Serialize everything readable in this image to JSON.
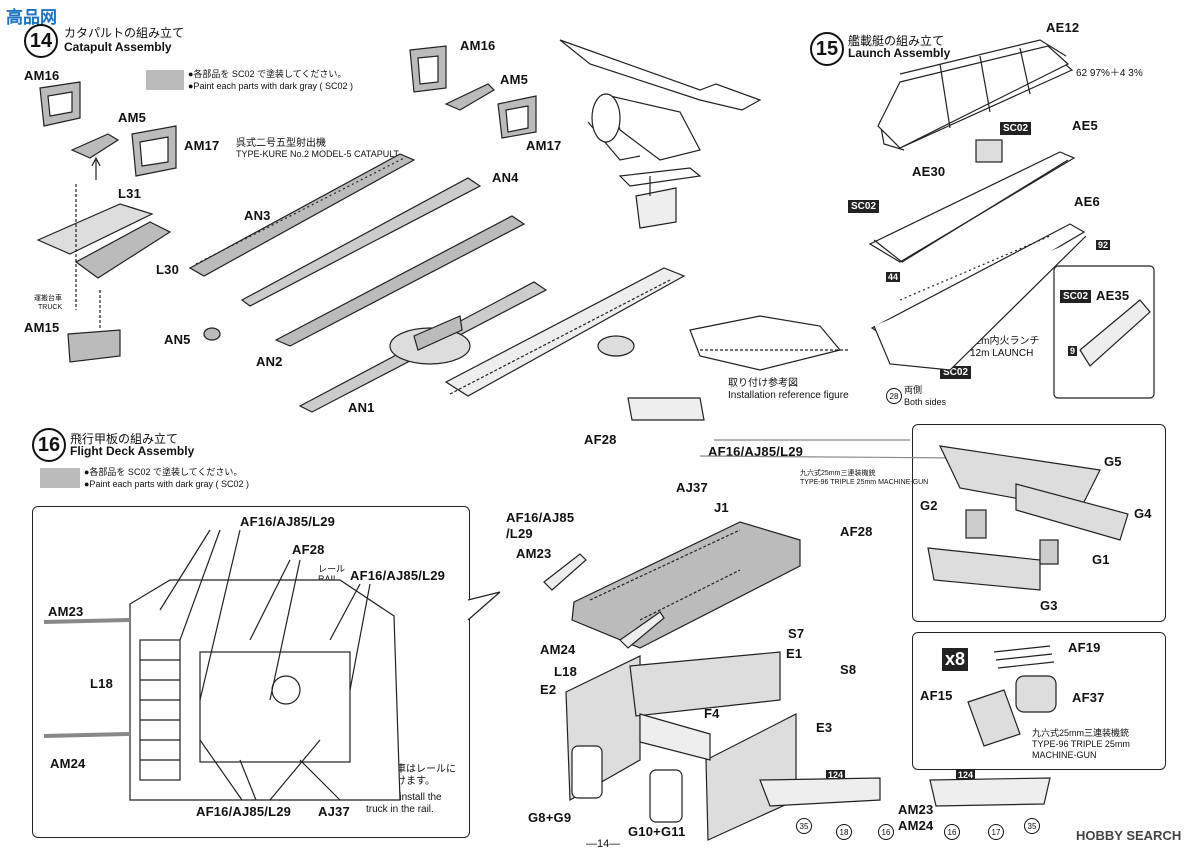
{
  "watermark_left": "高品网",
  "page_number": "—14—",
  "footer_logo": "HOBBY SEARCH",
  "steps": {
    "s14": {
      "num": "14",
      "title_jp": "カタパルトの組み立て",
      "title_en": "Catapult Assembly",
      "note_jp": "●各部品を SC02 で塗装してください。",
      "note_en": "●Paint each parts with dark gray ( SC02 )",
      "catapult_jp": "呉式二号五型射出機",
      "catapult_en": "TYPE-KURE No.2 MODEL-5 CATAPULT",
      "truck_jp": "運搬台車",
      "truck_en": "TRUCK",
      "install_jp": "取り付け参考図",
      "install_en": "Installation reference figure"
    },
    "s15": {
      "num": "15",
      "title_jp": "艦載艇の組み立て",
      "title_en": "Launch Assembly",
      "paint_mix": "62 97%＋4 3%",
      "launch_jp": "12m内火ランチ",
      "launch_en": "12m LAUNCH",
      "both_jp": "両側",
      "both_en": "Both sides"
    },
    "s16": {
      "num": "16",
      "title_jp": "飛行甲板の組み立て",
      "title_en": "Flight Deck Assembly",
      "note_jp": "●各部品を SC02 で塗装してください。",
      "note_en": "●Paint each parts with dark gray ( SC02 )",
      "gun_jp": "九六式25mm三連装機銃",
      "gun_en": "TYPE-96 TRIPLE 25mm MACHINE-GUN",
      "rail_jp": "レール",
      "rail_en": "RAIL",
      "rail_note_jp": "運搬台車はレールに取り付けます。",
      "rail_note_en": "Please install the truck in the rail."
    }
  },
  "labels": {
    "AM16a": "AM16",
    "AM5a": "AM5",
    "AM17a": "AM17",
    "L31": "L31",
    "L30": "L30",
    "AM15": "AM15",
    "AN3": "AN3",
    "AN4": "AN4",
    "AN5": "AN5",
    "AN2": "AN2",
    "AN1": "AN1",
    "AM16b": "AM16",
    "AM5b": "AM5",
    "AM17b": "AM17",
    "AE12": "AE12",
    "AE5": "AE5",
    "AE30": "AE30",
    "AE6": "AE6",
    "AE35": "AE35",
    "AF28a": "AF28",
    "AF16a": "AF16/AJ85/L29",
    "AJ37a": "AJ37",
    "J1": "J1",
    "AF16b": "AF16/AJ85",
    "AF16b2": "/L29",
    "AF28b": "AF28",
    "AM23a": "AM23",
    "AM24a": "AM24",
    "S7": "S7",
    "S8": "S8",
    "E1": "E1",
    "E2": "E2",
    "E3": "E3",
    "L18a": "L18",
    "L18b": "L18",
    "F4": "F4",
    "G8": "G8+G9",
    "G10": "G10+G11",
    "AM23b": "AM23",
    "AM24b": "AM24",
    "G5": "G5",
    "G2": "G2",
    "G4": "G4",
    "G1": "G1",
    "G3": "G3",
    "AF19": "AF19",
    "AF15": "AF15",
    "AF37": "AF37",
    "x8": "x8",
    "dAF16a": "AF16/AJ85/L29",
    "dAF28": "AF28",
    "dAF16b": "AF16/AJ85/L29",
    "dAM23": "AM23",
    "dL18": "L18",
    "dAM24": "AM24",
    "dAF16c": "AF16/AJ85/L29",
    "dAJ37": "AJ37"
  },
  "badges": {
    "sc": "SC02",
    "b44": "44",
    "b92": "92",
    "b9": "9",
    "b28": "28",
    "b124a": "124",
    "b124b": "124",
    "c35a": "35",
    "c18": "18",
    "c16a": "16",
    "c16b": "16",
    "c17": "17",
    "c35b": "35"
  },
  "colors": {
    "paint_gray": "#bdbdbd",
    "ink": "#111111"
  }
}
